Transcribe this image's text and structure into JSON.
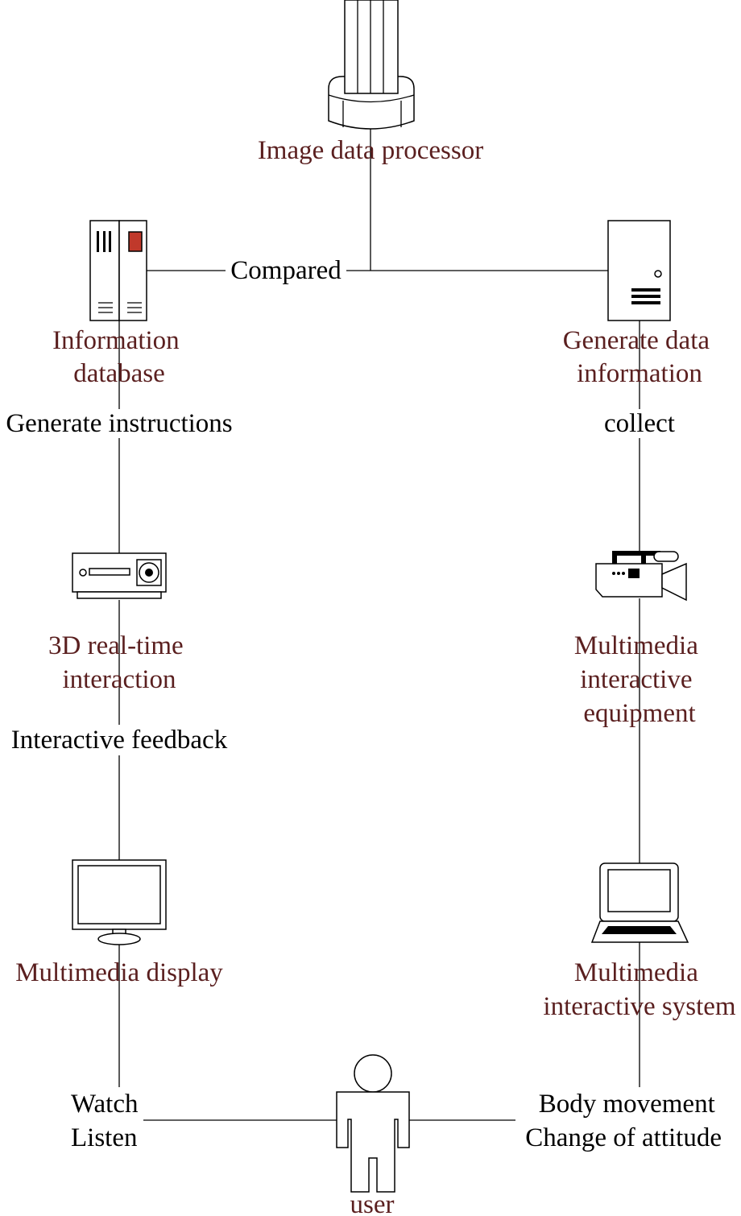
{
  "colors": {
    "node_label": "#5a1f1f",
    "edge_label": "#000000"
  },
  "nodes": {
    "processor": "Image data processor",
    "database": [
      "Information",
      "database"
    ],
    "generate": [
      "Generate data",
      "information"
    ],
    "interaction": [
      "3D real-time",
      "interaction"
    ],
    "equipment": [
      "Multimedia",
      "interactive",
      "equipment"
    ],
    "display": "Multimedia display",
    "system": [
      "Multimedia",
      "interactive system"
    ],
    "user": "user"
  },
  "edges": {
    "compared": "Compared",
    "generate_instructions": "Generate instructions",
    "collect": "collect",
    "interactive_feedback": "Interactive feedback",
    "watch_listen": [
      "Watch",
      "Listen"
    ],
    "body_attitude": [
      "Body movement",
      "Change of attitude"
    ]
  },
  "icons": [
    "cylinder-icon",
    "server-rack-icon",
    "tower-pc-icon",
    "projector-icon",
    "video-camera-icon",
    "monitor-icon",
    "laptop-icon",
    "person-icon"
  ]
}
